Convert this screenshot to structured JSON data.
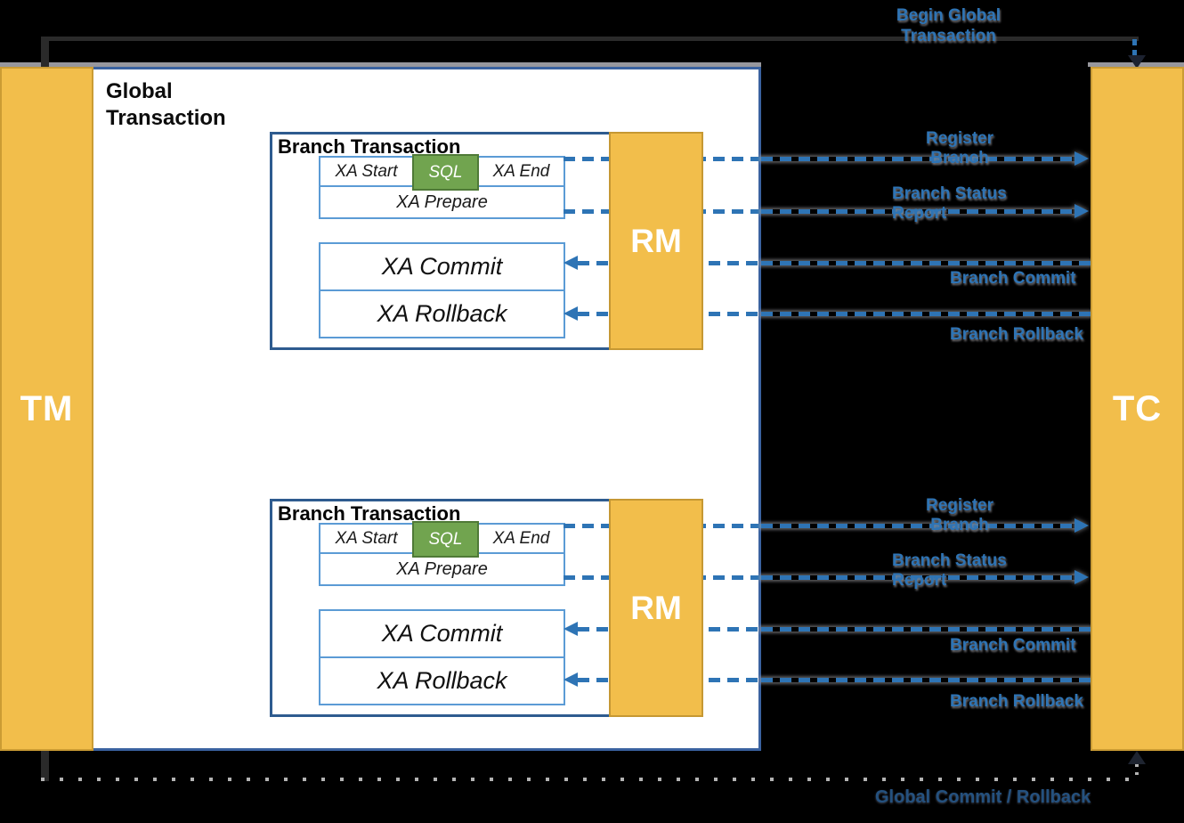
{
  "diagram": {
    "top_flow": {
      "label_line1": "Begin Global",
      "label_line2": "Transaction"
    },
    "bottom_flow": {
      "label": "Global Commit / Rollback"
    },
    "tm": "TM",
    "tc": "TC",
    "global_box": {
      "title_line1": "Global",
      "title_line2": "Transaction"
    },
    "branches": [
      {
        "title": "Branch Transaction",
        "xa_start": "XA Start",
        "sql": "SQL",
        "xa_end": "XA End",
        "xa_prepare": "XA Prepare",
        "xa_commit": "XA Commit",
        "xa_rollback": "XA Rollback",
        "rm": "RM"
      },
      {
        "title": "Branch Transaction",
        "xa_start": "XA Start",
        "sql": "SQL",
        "xa_end": "XA End",
        "xa_prepare": "XA Prepare",
        "xa_commit": "XA Commit",
        "xa_rollback": "XA Rollback",
        "rm": "RM"
      }
    ],
    "message_groups": [
      {
        "register_line1": "Register",
        "register_line2": "Branch",
        "status_line1": "Branch Status",
        "status_line2": "Report",
        "commit": "Branch Commit",
        "rollback": "Branch Rollback"
      },
      {
        "register_line1": "Register",
        "register_line2": "Branch",
        "status_line1": "Branch Status",
        "status_line2": "Report",
        "commit": "Branch Commit",
        "rollback": "Branch Rollback"
      }
    ],
    "colors": {
      "bar_yellow": "#F2BE4B",
      "bar_border": "#CB9C34",
      "sql_green": "#71A44F",
      "sql_border": "#4F7A37",
      "arrow_blue": "#2E74B5",
      "label_blue": "#2E74B5",
      "branch_border_blue": "#2E5B8F",
      "inner_border_blue": "#5B9BD5",
      "global_border_blue": "#3A62A0"
    }
  }
}
